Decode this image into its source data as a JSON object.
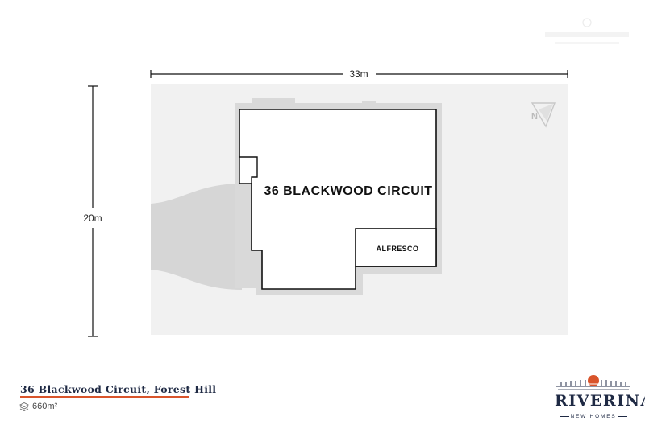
{
  "plan": {
    "width_label": "33m",
    "height_label": "20m",
    "house_label": "36 BLACKWOOD CIRCUIT",
    "room_label": "ALFRESCO",
    "compass_label": "N"
  },
  "footer": {
    "address": "36 Blackwood Circuit, Forest Hill",
    "area": "660m²"
  },
  "brand": {
    "name": "RIVERINA",
    "tagline": "NEW HOMES"
  },
  "colors": {
    "lot": "#f1f1f1",
    "driveway": "#d6d6d6",
    "house_shadow": "#d9d9d9",
    "outline": "#111111",
    "brand_navy": "#1f2a44",
    "accent_red": "#d9542b"
  }
}
